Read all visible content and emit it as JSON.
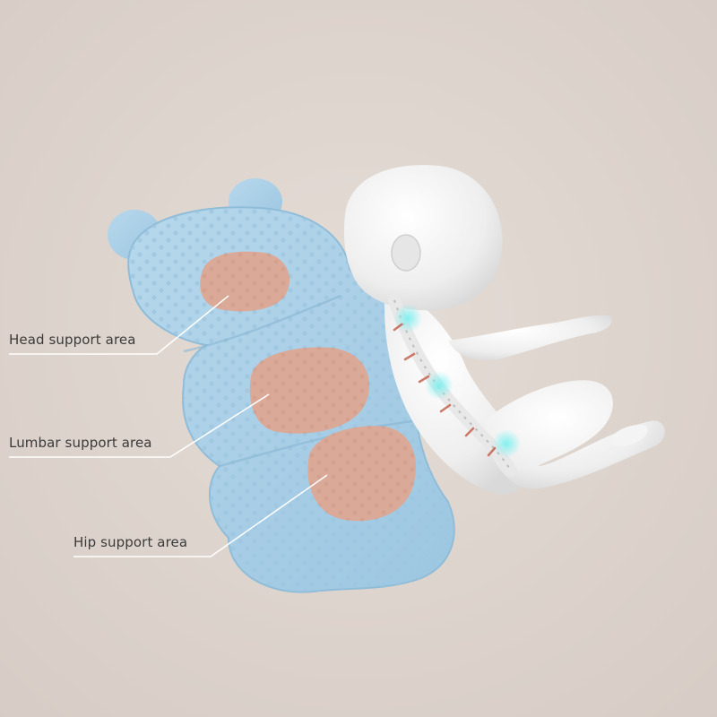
{
  "image": {
    "description_colors": {
      "background": "#ddd3cd",
      "cushion": "#a9cfe7",
      "cushion_shadow": "#8fbcd8",
      "support_pad": "#dba998",
      "baby": "#f2f2f2",
      "spine_glow": "#5fd3d6"
    }
  },
  "callouts": {
    "head": "Head support area",
    "lumbar": "Lumbar support area",
    "hip": "Hip support area"
  }
}
